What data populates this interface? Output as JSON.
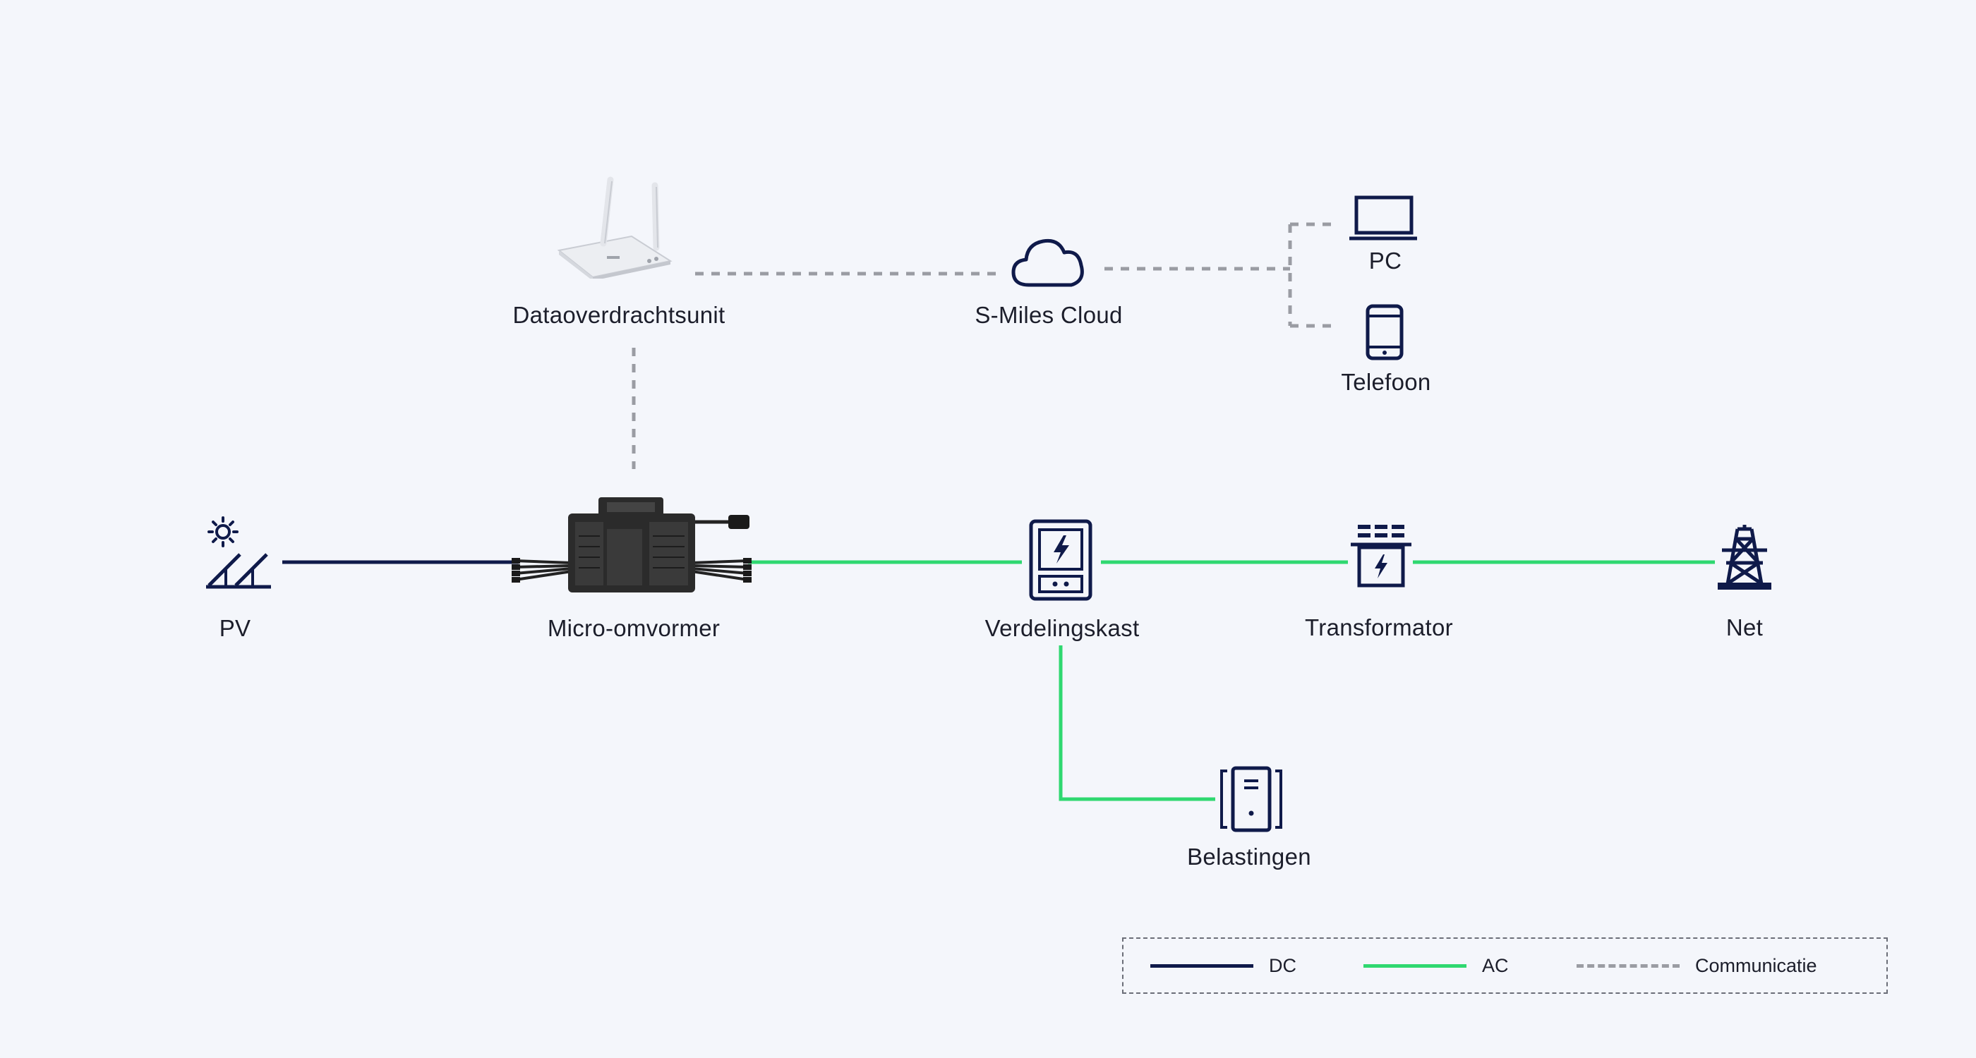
{
  "colors": {
    "dc": "#0f1a4a",
    "ac": "#2fd870",
    "comm": "#9a9ca3",
    "icon": "#0f1a4a",
    "background": "#f4f6fb"
  },
  "nodes": {
    "router": {
      "label": "Dataoverdrachtsunit",
      "icon": "wifi-router-icon"
    },
    "cloud": {
      "label": "S-Miles Cloud",
      "icon": "cloud-icon"
    },
    "pc": {
      "label": "PC",
      "icon": "laptop-icon"
    },
    "phone": {
      "label": "Telefoon",
      "icon": "smartphone-icon"
    },
    "pv": {
      "label": "PV",
      "icon": "solar-panel-icon"
    },
    "inverter": {
      "label": "Micro-omvormer",
      "icon": "micro-inverter-icon"
    },
    "distribution": {
      "label": "Verdelingskast",
      "icon": "distribution-box-icon"
    },
    "transformer": {
      "label": "Transformator",
      "icon": "transformer-icon"
    },
    "grid": {
      "label": "Net",
      "icon": "power-pylon-icon"
    },
    "loads": {
      "label": "Belastingen",
      "icon": "loads-icon"
    }
  },
  "legend": {
    "dc": "DC",
    "ac": "AC",
    "communication": "Communicatie"
  }
}
